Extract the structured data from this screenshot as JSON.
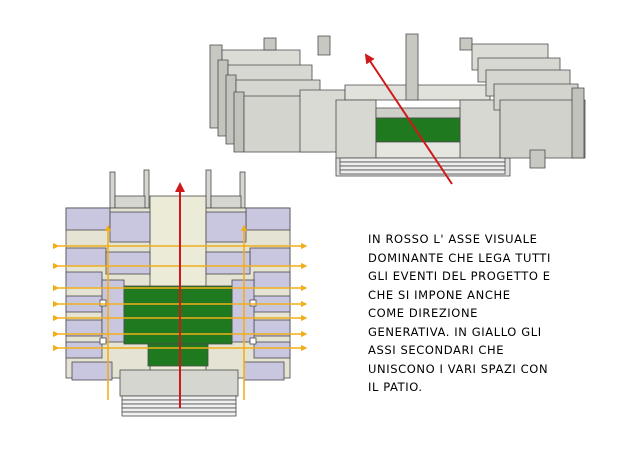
{
  "caption": {
    "lines": [
      "IN ROSSO L' ASSE VISUALE",
      "DOMINANTE CHE LEGA TUTTI",
      "GLI EVENTI DEL PROGETTO E",
      "CHE SI IMPONE ANCHE",
      "COME DIREZIONE",
      "GENERATIVA. IN GIALLO GLI",
      "ASSI SECONDARI CHE",
      "UNISCONO I VARI SPAZI CON",
      "IL PATIO."
    ]
  },
  "colors": {
    "primary_axis": "#d01818",
    "secondary_axis": "#f2ae1a",
    "patio": "#1f7a1f",
    "wall": "#d6d6d0",
    "room": "#c9c6e0",
    "corridor": "#ecebd8",
    "outline": "#4a4a4a"
  }
}
